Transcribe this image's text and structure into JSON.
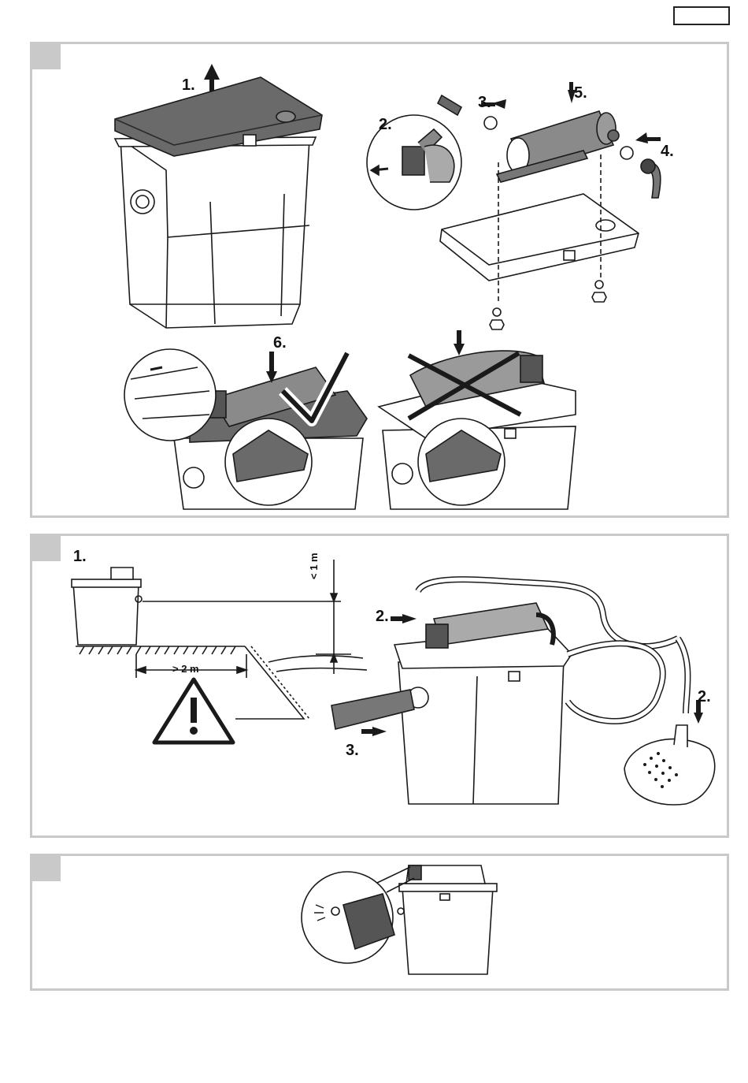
{
  "panel_a": {
    "steps": [
      "1.",
      "2.",
      "3.",
      "4.",
      "5.",
      "6."
    ]
  },
  "panel_b": {
    "steps": [
      "1.",
      "2.",
      "2.",
      "3."
    ],
    "height_label": "< 1 m",
    "distance_label": "> 2 m"
  },
  "icons": {
    "warning": "warning-triangle-icon",
    "check": "check-mark-icon",
    "cross": "cross-mark-icon"
  },
  "colors": {
    "panel_border": "#c9c9c9",
    "lid_dark": "#6a6a6a",
    "line": "#1a1a1a"
  }
}
